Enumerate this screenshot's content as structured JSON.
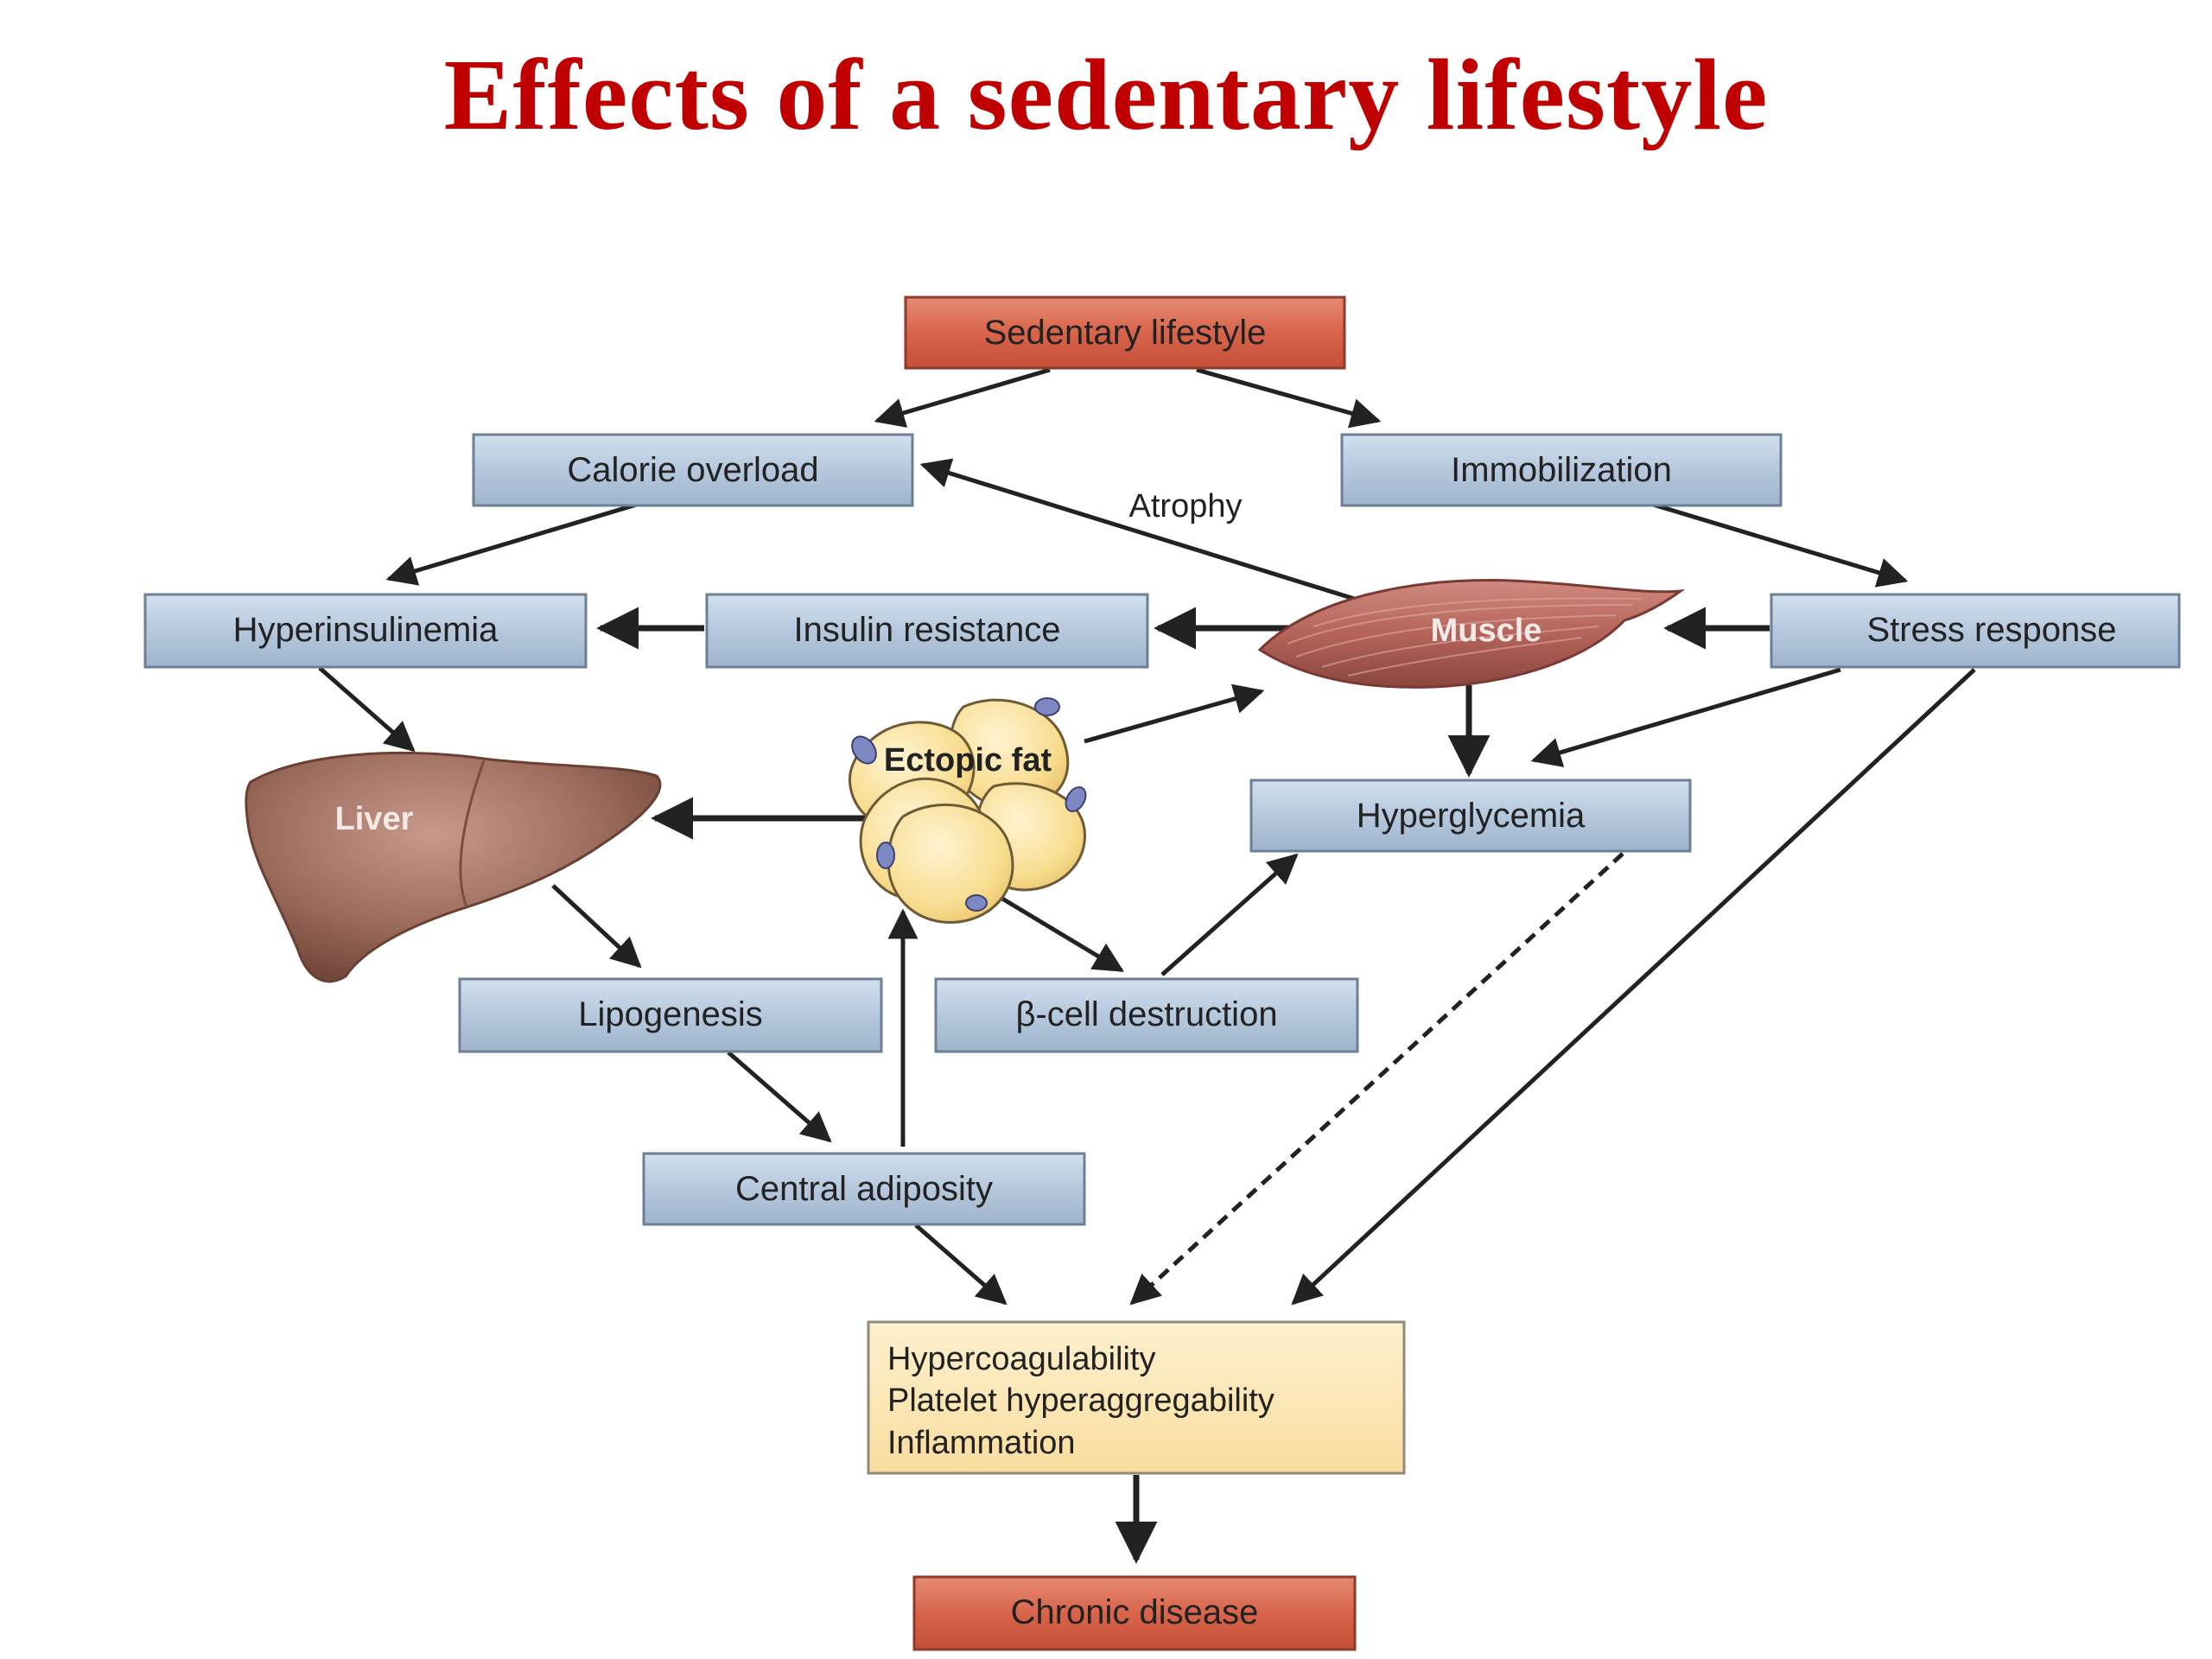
{
  "title": "Effects of a sedentary lifestyle",
  "colors": {
    "title": "#c00000",
    "blue_box_fill": "#b7c9de",
    "blue_box_border": "#6b7f97",
    "red_box_fill": "#d9684f",
    "red_box_border": "#8f3a28",
    "yellow_box_fill": "#fbe5b4",
    "yellow_box_border": "#8f8a7a",
    "muscle": "#b8675c",
    "liver": "#9a6a5c",
    "fat": "#f8dc8e",
    "arrow": "#222222"
  },
  "nodes": {
    "sedentary": "Sedentary lifestyle",
    "calorie_overload": "Calorie overload",
    "immobilization": "Immobilization",
    "atrophy": "Atrophy",
    "hyperinsulinemia": "Hyperinsulinemia",
    "insulin_resistance": "Insulin resistance",
    "muscle": "Muscle",
    "stress_response": "Stress response",
    "liver": "Liver",
    "ectopic_fat": "Ectopic fat",
    "hyperglycemia": "Hyperglycemia",
    "lipogenesis": "Lipogenesis",
    "beta_cell_destruction": "β-cell destruction",
    "central_adiposity": "Central adiposity",
    "outcomes": [
      "Hypercoagulability",
      "Platelet hyperaggregability",
      "Inflammation"
    ],
    "chronic_disease": "Chronic disease"
  }
}
